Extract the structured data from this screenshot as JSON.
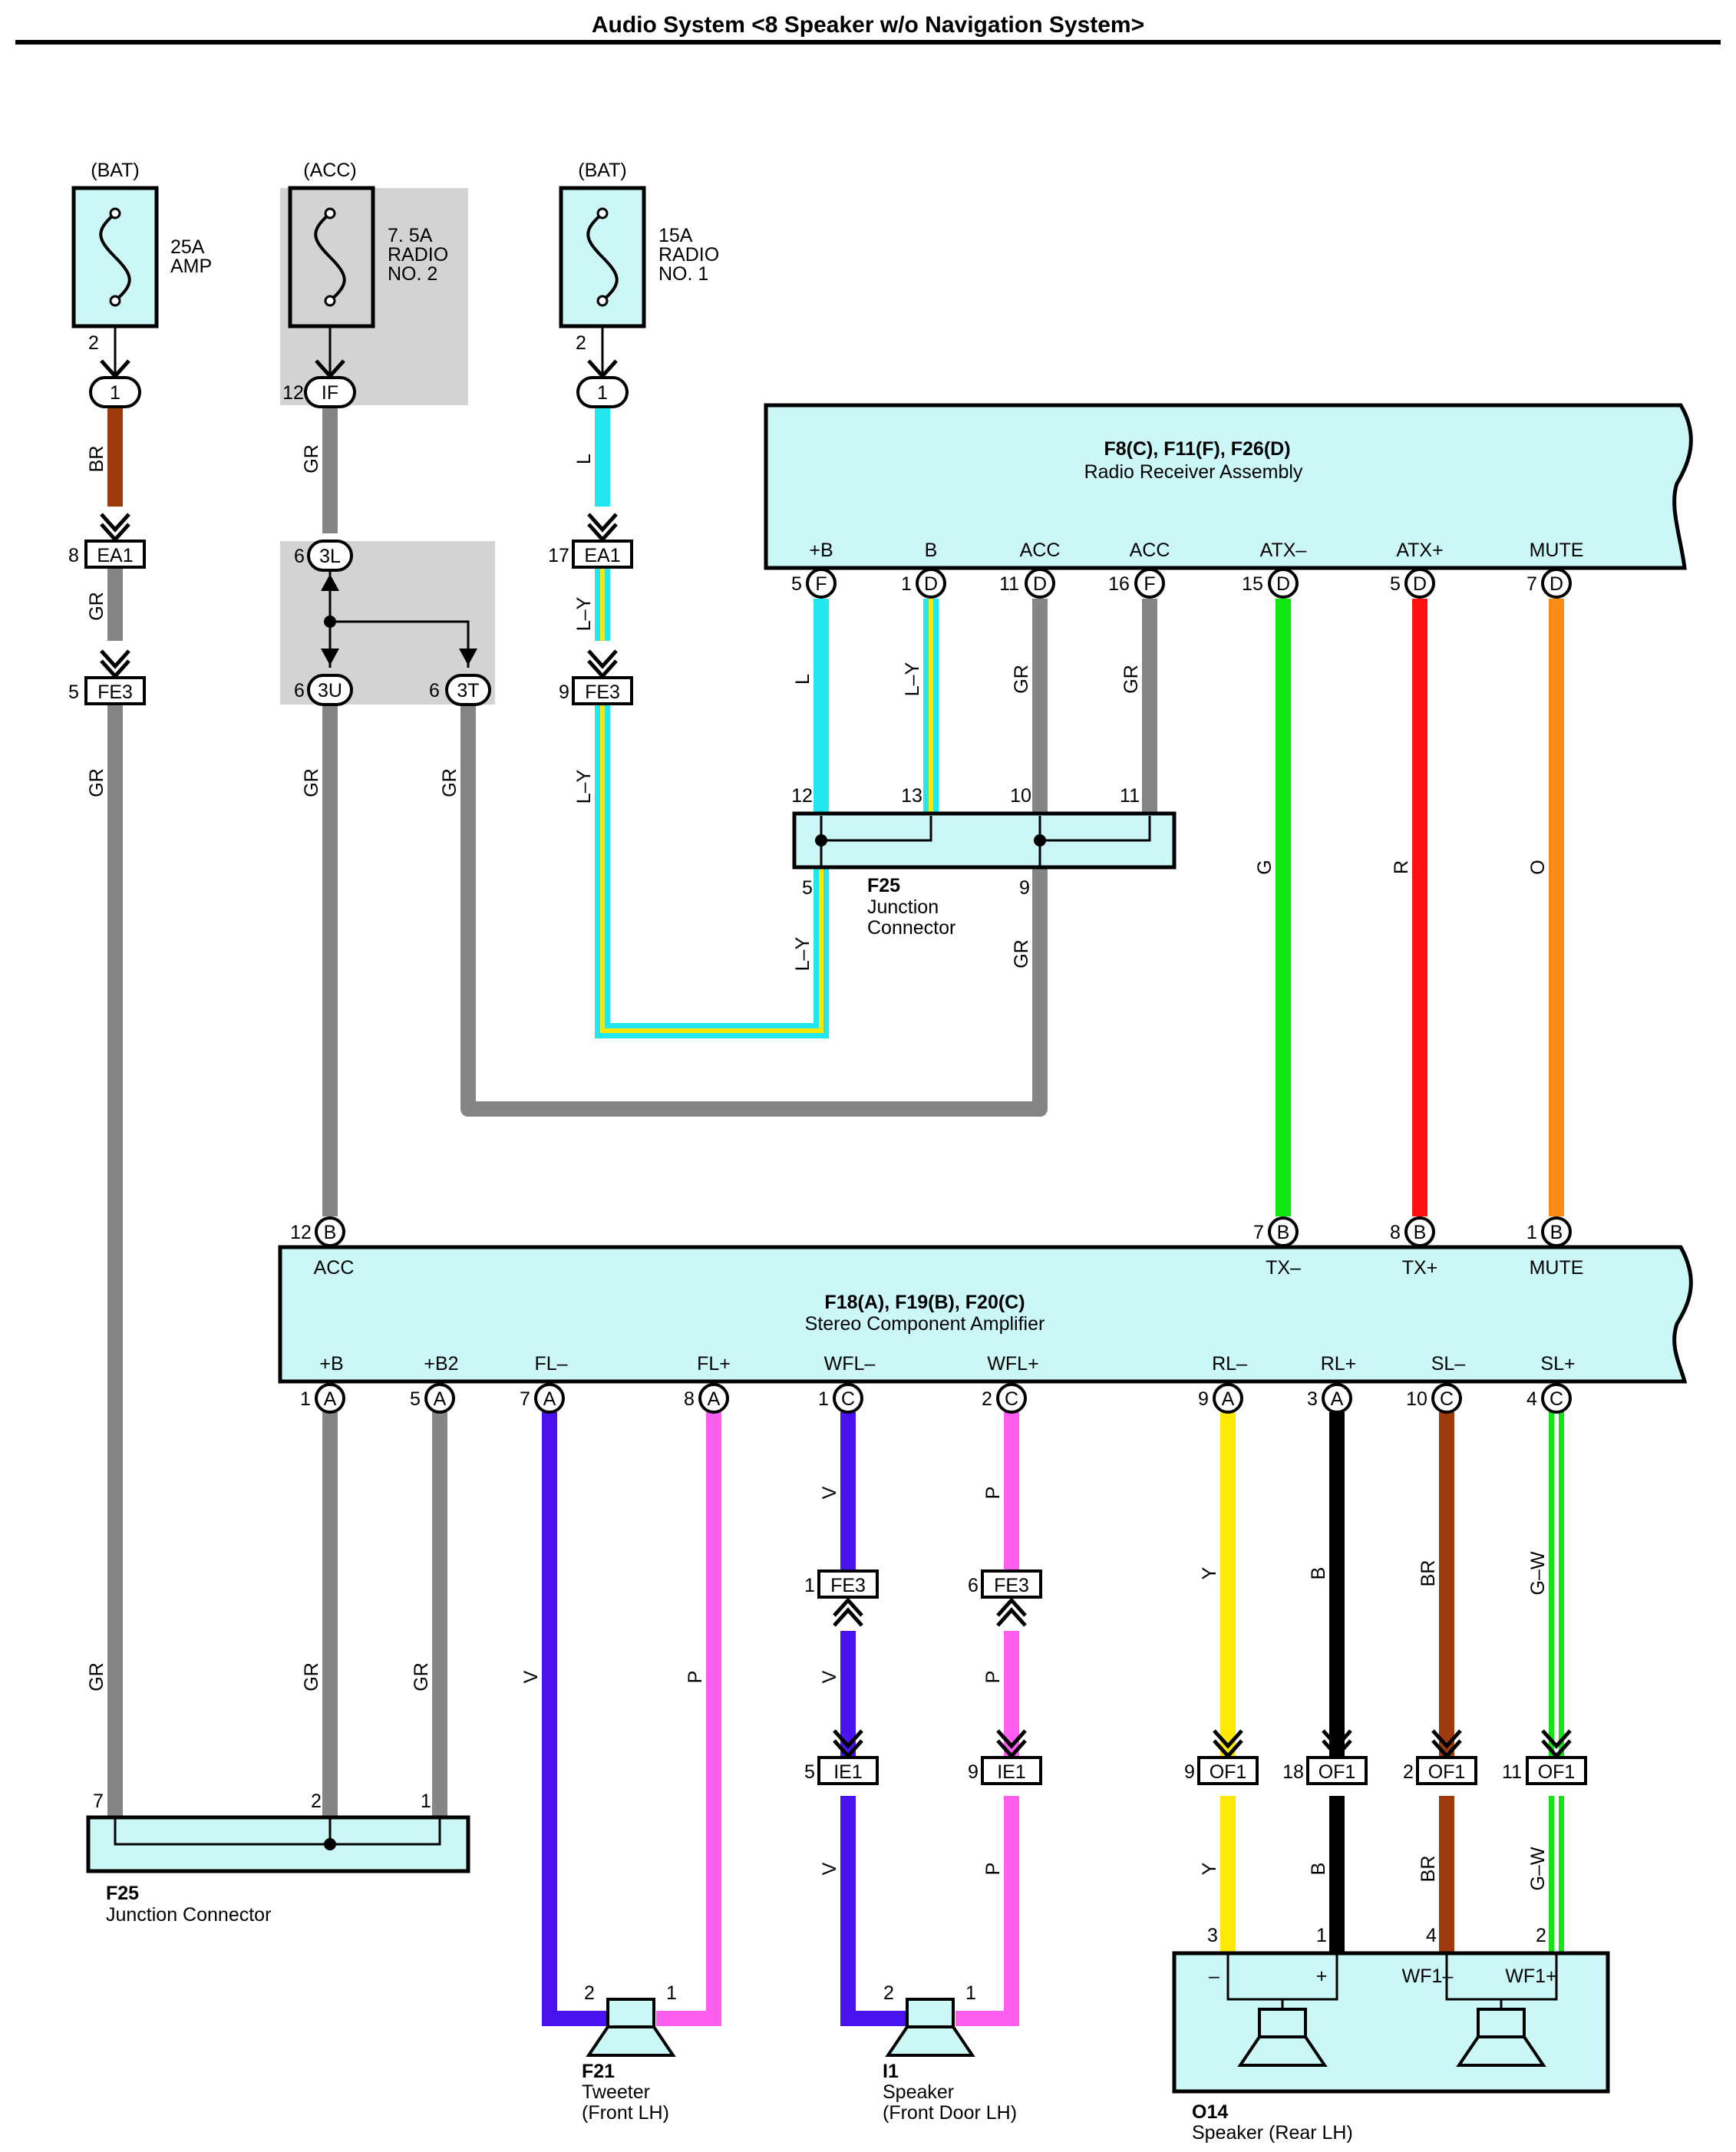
{
  "title": "Audio System <8 Speaker w/o Navigation System>",
  "colors": {
    "GR": "#858585",
    "BR": "#9e3a0c",
    "L": "#22e6f0",
    "Y": "#ffe800",
    "G": "#12e612",
    "R": "#ff1111",
    "O": "#ff8a12",
    "V": "#4a12ee",
    "P": "#ff5cf0",
    "B": "#000000",
    "W": "#ffffff",
    "box": "#ccf7f7"
  },
  "fuses": [
    {
      "source": "(BAT)",
      "rating": "25A",
      "name": "AMP",
      "out_pin": "2",
      "term_label": "1",
      "icon": "fuse-icon"
    },
    {
      "source": "(ACC)",
      "rating": "7. 5A",
      "name": "RADIO",
      "name2": "NO. 2",
      "term_pin": "12",
      "term_label": "IF",
      "icon": "fuse-icon"
    },
    {
      "source": "(BAT)",
      "rating": "15A",
      "name": "RADIO",
      "name2": "NO. 1",
      "out_pin": "2",
      "term_label": "1",
      "icon": "fuse-icon"
    }
  ],
  "inline_connectors": [
    {
      "pin": "8",
      "label": "EA1"
    },
    {
      "pin": "5",
      "label": "FE3"
    },
    {
      "pin": "17",
      "label": "EA1"
    },
    {
      "pin": "9",
      "label": "FE3"
    },
    {
      "pin": "6",
      "label": "3L"
    },
    {
      "pin": "6",
      "label": "3U"
    },
    {
      "pin": "6",
      "label": "3T"
    },
    {
      "pin": "1",
      "label": "FE3"
    },
    {
      "pin": "6",
      "label": "FE3"
    },
    {
      "pin": "5",
      "label": "IE1"
    },
    {
      "pin": "9",
      "label": "IE1"
    },
    {
      "pin": "9",
      "label": "OF1"
    },
    {
      "pin": "18",
      "label": "OF1"
    },
    {
      "pin": "2",
      "label": "OF1"
    },
    {
      "pin": "11",
      "label": "OF1"
    }
  ],
  "radio": {
    "connectors": "F8(C), F11(F), F26(D)",
    "name": "Radio Receiver Assembly",
    "pins": [
      {
        "label": "+B",
        "pin": "5",
        "conn": "F"
      },
      {
        "label": "B",
        "pin": "1",
        "conn": "D"
      },
      {
        "label": "ACC",
        "pin": "11",
        "conn": "D"
      },
      {
        "label": "ACC",
        "pin": "16",
        "conn": "F"
      },
      {
        "label": "ATX–",
        "pin": "15",
        "conn": "D"
      },
      {
        "label": "ATX+",
        "pin": "5",
        "conn": "D"
      },
      {
        "label": "MUTE",
        "pin": "7",
        "conn": "D"
      }
    ]
  },
  "junction_upper": {
    "code": "F25",
    "name": "Junction",
    "name2": "Connector",
    "pins": [
      "12",
      "13",
      "10",
      "11",
      "5",
      "9"
    ]
  },
  "amplifier": {
    "connectors": "F18(A), F19(B), F20(C)",
    "name": "Stereo Component Amplifier",
    "top_pins": [
      {
        "label": "ACC",
        "pin": "12",
        "conn": "B"
      },
      {
        "label": "TX–",
        "pin": "7",
        "conn": "B"
      },
      {
        "label": "TX+",
        "pin": "8",
        "conn": "B"
      },
      {
        "label": "MUTE",
        "pin": "1",
        "conn": "B"
      }
    ],
    "bottom_pins": [
      {
        "label": "+B",
        "pin": "1",
        "conn": "A"
      },
      {
        "label": "+B2",
        "pin": "5",
        "conn": "A"
      },
      {
        "label": "FL–",
        "pin": "7",
        "conn": "A"
      },
      {
        "label": "FL+",
        "pin": "8",
        "conn": "A"
      },
      {
        "label": "WFL–",
        "pin": "1",
        "conn": "C"
      },
      {
        "label": "WFL+",
        "pin": "2",
        "conn": "C"
      },
      {
        "label": "RL–",
        "pin": "9",
        "conn": "A"
      },
      {
        "label": "RL+",
        "pin": "3",
        "conn": "A"
      },
      {
        "label": "SL–",
        "pin": "10",
        "conn": "C"
      },
      {
        "label": "SL+",
        "pin": "4",
        "conn": "C"
      }
    ]
  },
  "junction_lower": {
    "code": "F25",
    "name": "Junction Connector",
    "pins": [
      "7",
      "2",
      "1"
    ]
  },
  "speakers": [
    {
      "code": "F21",
      "name": "Tweeter",
      "location": "(Front LH)",
      "pins": [
        "2",
        "1"
      ],
      "icon": "speaker-icon"
    },
    {
      "code": "I1",
      "name": "Speaker",
      "location": "(Front Door LH)",
      "pins": [
        "2",
        "1"
      ],
      "icon": "speaker-icon"
    },
    {
      "code": "O14",
      "name": "Speaker (Rear LH)",
      "pins": [
        "3",
        "1",
        "4",
        "2"
      ],
      "terminals": [
        "–",
        "+",
        "WF1–",
        "WF1+"
      ],
      "icon": "speaker-icon"
    }
  ],
  "wire_labels": {
    "BR": "BR",
    "GR": "GR",
    "L": "L",
    "LY": "L–Y",
    "G": "G",
    "R": "R",
    "O": "O",
    "V": "V",
    "P": "P",
    "Y": "Y",
    "B": "B",
    "GW": "G–W"
  }
}
